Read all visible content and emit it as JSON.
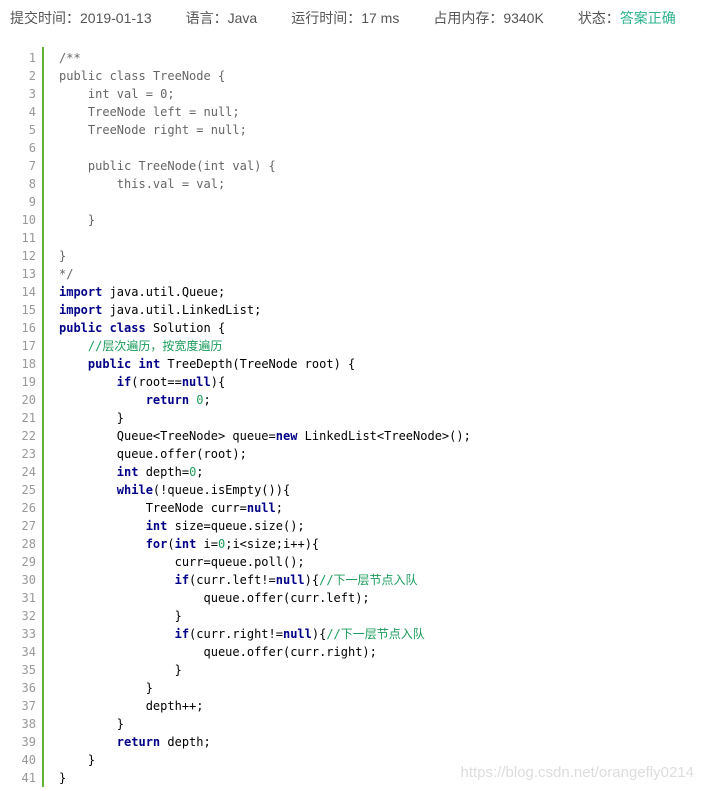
{
  "status": {
    "submit_label": "提交时间：",
    "submit_value": "2019-01-13",
    "lang_label": "语言：",
    "lang_value": "Java",
    "runtime_label": "运行时间：",
    "runtime_value": "17 ms",
    "memory_label": "占用内存：",
    "memory_value": "9340K",
    "state_label": "状态：",
    "state_value": "答案正确"
  },
  "code": {
    "lines": [
      [
        {
          "c": "cg",
          "t": "/**"
        }
      ],
      [
        {
          "c": "cg",
          "t": "public class TreeNode {"
        }
      ],
      [
        {
          "c": "cg",
          "t": "    int val = 0;"
        }
      ],
      [
        {
          "c": "cg",
          "t": "    TreeNode left = null;"
        }
      ],
      [
        {
          "c": "cg",
          "t": "    TreeNode right = null;"
        }
      ],
      [],
      [
        {
          "c": "cg",
          "t": "    public TreeNode(int val) {"
        }
      ],
      [
        {
          "c": "cg",
          "t": "        this.val = val;"
        }
      ],
      [],
      [
        {
          "c": "cg",
          "t": "    }"
        }
      ],
      [],
      [
        {
          "c": "cg",
          "t": "}"
        }
      ],
      [
        {
          "c": "cg",
          "t": "*/"
        }
      ],
      [
        {
          "c": "kw",
          "t": "import"
        },
        {
          "c": "pl",
          "t": " java.util.Queue;"
        }
      ],
      [
        {
          "c": "kw",
          "t": "import"
        },
        {
          "c": "pl",
          "t": " java.util.LinkedList;"
        }
      ],
      [
        {
          "c": "kw",
          "t": "public"
        },
        {
          "c": "pl",
          "t": " "
        },
        {
          "c": "kw",
          "t": "class"
        },
        {
          "c": "pl",
          "t": " Solution {"
        }
      ],
      [
        {
          "c": "pl",
          "t": "    "
        },
        {
          "c": "cm",
          "t": "//层次遍历，按宽度遍历"
        }
      ],
      [
        {
          "c": "pl",
          "t": "    "
        },
        {
          "c": "kw",
          "t": "public"
        },
        {
          "c": "pl",
          "t": " "
        },
        {
          "c": "kw",
          "t": "int"
        },
        {
          "c": "pl",
          "t": " TreeDepth(TreeNode root) {"
        }
      ],
      [
        {
          "c": "pl",
          "t": "        "
        },
        {
          "c": "kw",
          "t": "if"
        },
        {
          "c": "pl",
          "t": "(root=="
        },
        {
          "c": "kw",
          "t": "null"
        },
        {
          "c": "pl",
          "t": "){"
        }
      ],
      [
        {
          "c": "pl",
          "t": "            "
        },
        {
          "c": "kw",
          "t": "return"
        },
        {
          "c": "pl",
          "t": " "
        },
        {
          "c": "nm",
          "t": "0"
        },
        {
          "c": "pl",
          "t": ";"
        }
      ],
      [
        {
          "c": "pl",
          "t": "        }"
        }
      ],
      [
        {
          "c": "pl",
          "t": "        Queue<TreeNode> queue="
        },
        {
          "c": "kw",
          "t": "new"
        },
        {
          "c": "pl",
          "t": " LinkedList<TreeNode>();"
        }
      ],
      [
        {
          "c": "pl",
          "t": "        queue.offer(root);"
        }
      ],
      [
        {
          "c": "pl",
          "t": "        "
        },
        {
          "c": "kw",
          "t": "int"
        },
        {
          "c": "pl",
          "t": " depth="
        },
        {
          "c": "nm",
          "t": "0"
        },
        {
          "c": "pl",
          "t": ";"
        }
      ],
      [
        {
          "c": "pl",
          "t": "        "
        },
        {
          "c": "kw",
          "t": "while"
        },
        {
          "c": "pl",
          "t": "(!queue.isEmpty()){"
        }
      ],
      [
        {
          "c": "pl",
          "t": "            TreeNode curr="
        },
        {
          "c": "kw",
          "t": "null"
        },
        {
          "c": "pl",
          "t": ";"
        }
      ],
      [
        {
          "c": "pl",
          "t": "            "
        },
        {
          "c": "kw",
          "t": "int"
        },
        {
          "c": "pl",
          "t": " size=queue.size();"
        }
      ],
      [
        {
          "c": "pl",
          "t": "            "
        },
        {
          "c": "kw",
          "t": "for"
        },
        {
          "c": "pl",
          "t": "("
        },
        {
          "c": "kw",
          "t": "int"
        },
        {
          "c": "pl",
          "t": " i="
        },
        {
          "c": "nm",
          "t": "0"
        },
        {
          "c": "pl",
          "t": ";i<size;i++){"
        }
      ],
      [
        {
          "c": "pl",
          "t": "                curr=queue.poll();"
        }
      ],
      [
        {
          "c": "pl",
          "t": "                "
        },
        {
          "c": "kw",
          "t": "if"
        },
        {
          "c": "pl",
          "t": "(curr.left!="
        },
        {
          "c": "kw",
          "t": "null"
        },
        {
          "c": "pl",
          "t": "){"
        },
        {
          "c": "cm",
          "t": "//下一层节点入队"
        }
      ],
      [
        {
          "c": "pl",
          "t": "                    queue.offer(curr.left);"
        }
      ],
      [
        {
          "c": "pl",
          "t": "                }"
        }
      ],
      [
        {
          "c": "pl",
          "t": "                "
        },
        {
          "c": "kw",
          "t": "if"
        },
        {
          "c": "pl",
          "t": "(curr.right!="
        },
        {
          "c": "kw",
          "t": "null"
        },
        {
          "c": "pl",
          "t": "){"
        },
        {
          "c": "cm",
          "t": "//下一层节点入队"
        }
      ],
      [
        {
          "c": "pl",
          "t": "                    queue.offer(curr.right);"
        }
      ],
      [
        {
          "c": "pl",
          "t": "                }"
        }
      ],
      [
        {
          "c": "pl",
          "t": "            }"
        }
      ],
      [
        {
          "c": "pl",
          "t": "            depth++;"
        }
      ],
      [
        {
          "c": "pl",
          "t": "        }"
        }
      ],
      [
        {
          "c": "pl",
          "t": "        "
        },
        {
          "c": "kw",
          "t": "return"
        },
        {
          "c": "pl",
          "t": " depth;"
        }
      ],
      [
        {
          "c": "pl",
          "t": "    }"
        }
      ],
      [
        {
          "c": "pl",
          "t": "}"
        }
      ]
    ]
  },
  "watermark": "https://blog.csdn.net/orangefly0214"
}
